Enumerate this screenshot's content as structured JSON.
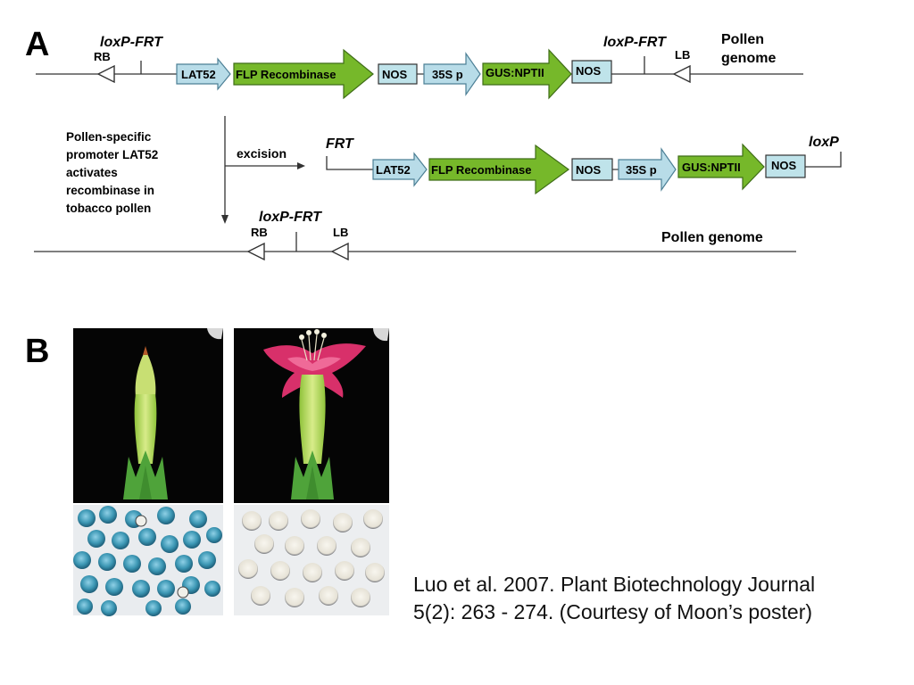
{
  "panel_a": {
    "label": "A",
    "top_construct": {
      "left_site": "loxP-FRT",
      "rb": "RB",
      "right_site": "loxP-FRT",
      "lb": "LB",
      "genome_line1": "Pollen",
      "genome_line2": "genome",
      "parts": [
        "LAT52",
        "FLP Recombinase",
        "NOS",
        "35S  p",
        "GUS:NPTII",
        "NOS"
      ]
    },
    "annotation": {
      "lines": [
        "Pollen-specific",
        "promoter LAT52",
        "activates",
        "recombinase in",
        "tobacco pollen"
      ],
      "excision": "excision"
    },
    "excised": {
      "frt": "FRT",
      "loxp": "loxP",
      "parts": [
        "LAT52",
        "FLP Recombinase",
        "NOS",
        "35S  p",
        "GUS:NPTII",
        "NOS"
      ]
    },
    "bottom_genome": {
      "site": "loxP-FRT",
      "rb": "RB",
      "lb": "LB",
      "genome": "Pollen genome"
    }
  },
  "panel_b": {
    "label": "B"
  },
  "citation": {
    "line1": "Luo et al. 2007. Plant Biotechnology Journal",
    "line2": "5(2): 263 - 274.  (Courtesy of Moon’s poster)"
  },
  "colors": {
    "promoter_blue": "#b8dce8",
    "gene_green": "#76b82a",
    "terminator_blue": "#bfe3ea",
    "flower_green": "#b5d95a",
    "petal_pink": "#d8306a",
    "pollen_blue": "#3c97b4"
  }
}
